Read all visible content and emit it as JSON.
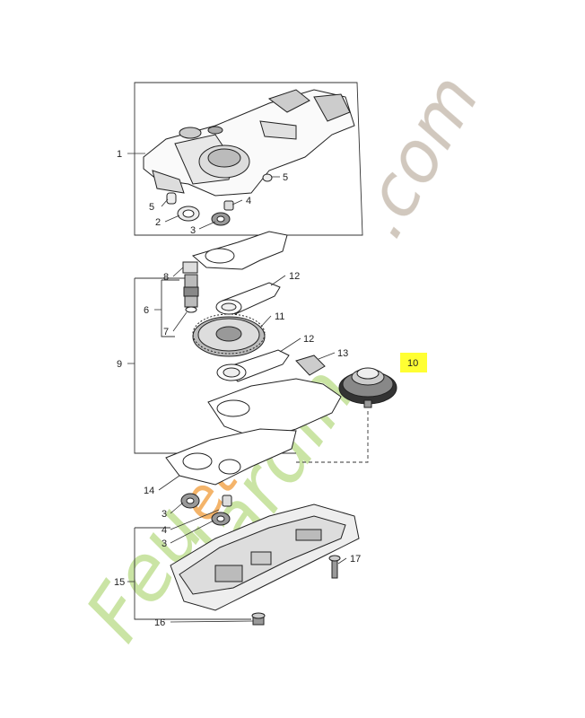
{
  "diagram": {
    "part_numbers": [
      "1",
      "2",
      "3",
      "4",
      "5",
      "6",
      "7",
      "8",
      "9",
      "10",
      "11",
      "12",
      "13",
      "14",
      "15",
      "16",
      "17"
    ],
    "highlighted_part": "10",
    "highlight_color": "#ffff33",
    "line_color": "#333333"
  },
  "watermark": {
    "brand_left": "Feu",
    "brand_mid": "et",
    "brand_right": "Jardin",
    "domain": ".com",
    "green": "#c8e3a0",
    "grey": "#cfc6bb",
    "orange": "#f4b063"
  }
}
